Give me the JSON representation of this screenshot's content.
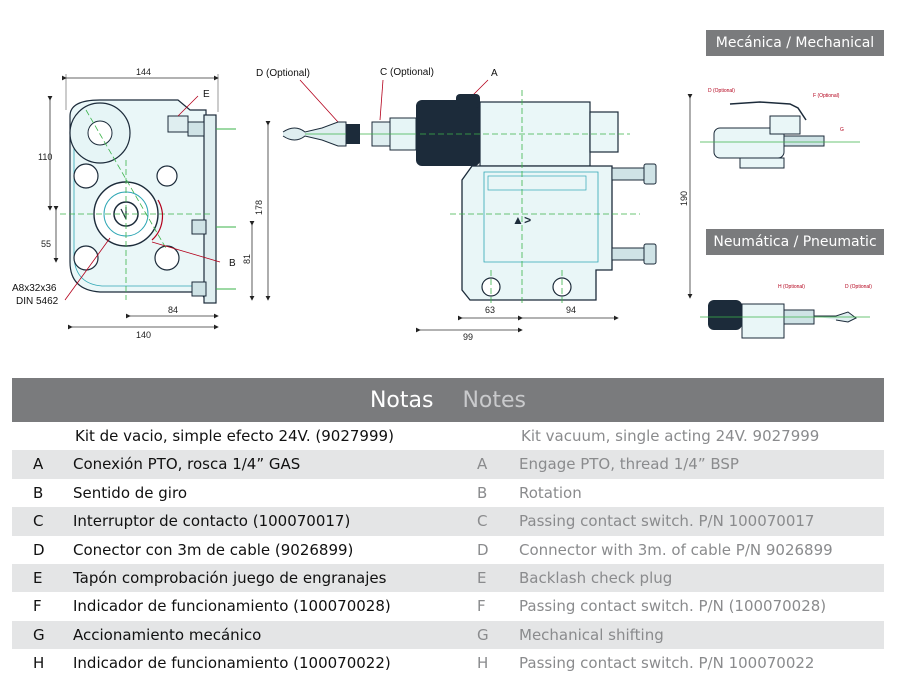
{
  "panels": {
    "mechanical_title": "Mecánica / Mechanical",
    "pneumatic_title": "Neumática / Pneumatic"
  },
  "drawing": {
    "dims": {
      "d144": "144",
      "d110": "110",
      "d55": "55",
      "d178": "178",
      "d81": "81",
      "d84": "84",
      "d140": "140",
      "d190": "190",
      "d63": "63",
      "d94": "94",
      "d99": "99"
    },
    "labels": {
      "e": "E",
      "b": "B",
      "a": "A",
      "spline_line1": "A8x32x36",
      "spline_line2": "DIN 5462",
      "d_optional": "D (Optional)",
      "c_optional": "C (Optional)"
    },
    "small_labels": {
      "mech_d": "D (Optional)",
      "mech_f": "F (Optional)",
      "mech_g": "G",
      "pneu_h": "H (Optional)",
      "pneu_d": "D (Optional)"
    }
  },
  "notes": {
    "title_es": "Notas",
    "title_en": "Notes",
    "rows": [
      {
        "key_es": "",
        "es": "Kit de vacio, simple efecto 24V. (9027999)",
        "key_en": "",
        "en": "Kit vacuum, single acting 24V. 9027999"
      },
      {
        "key_es": "A",
        "es": "Conexión PTO, rosca 1/4” GAS",
        "key_en": "A",
        "en": "Engage PTO, thread 1/4” BSP"
      },
      {
        "key_es": "B",
        "es": "Sentido de giro",
        "key_en": "B",
        "en": "Rotation"
      },
      {
        "key_es": "C",
        "es": "Interruptor de contacto (100070017)",
        "key_en": "C",
        "en": "Passing contact switch. P/N 100070017"
      },
      {
        "key_es": "D",
        "es": "Conector con 3m de cable (9026899)",
        "key_en": "D",
        "en": "Connector with 3m. of cable P/N 9026899"
      },
      {
        "key_es": "E",
        "es": "Tapón comprobación juego de engranajes",
        "key_en": "E",
        "en": "Backlash check plug"
      },
      {
        "key_es": "F",
        "es": "Indicador de funcionamiento (100070028)",
        "key_en": "F",
        "en": "Passing contact switch. P/N (100070028)"
      },
      {
        "key_es": "G",
        "es": "Accionamiento mecánico",
        "key_en": "G",
        "en": "Mechanical shifting"
      },
      {
        "key_es": "H",
        "es": "Indicador de funcionamiento (100070022)",
        "key_en": "H",
        "en": "Passing contact switch. P/N 100070022"
      }
    ]
  }
}
